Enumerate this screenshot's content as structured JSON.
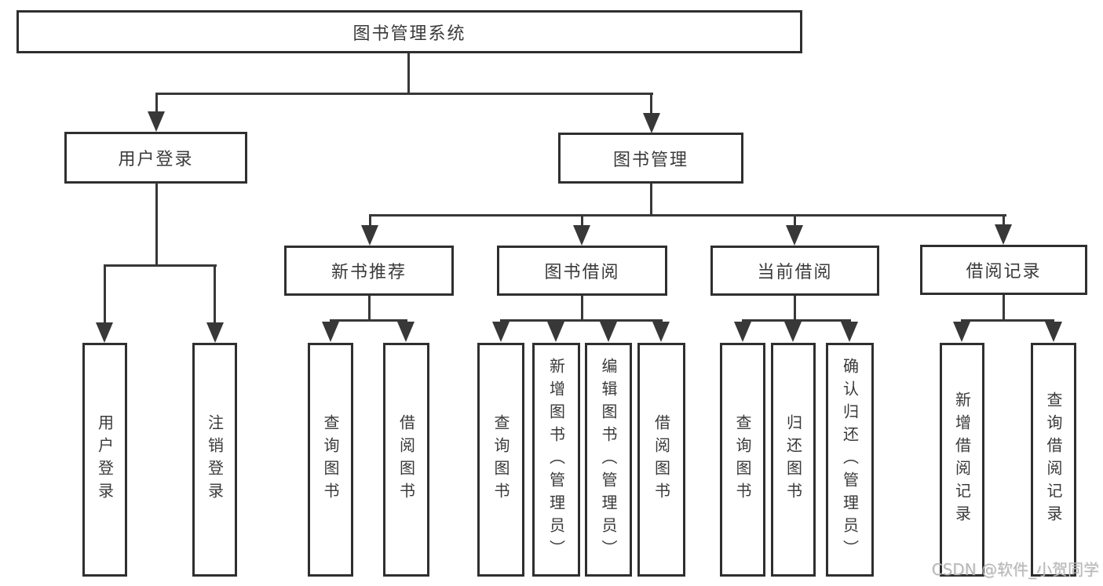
{
  "diagram": {
    "type": "org-chart",
    "line_color": "#383838",
    "border_color": "#2f2f2f",
    "text_color": "#3a3a3a",
    "tree": {
      "root": "图书管理系统",
      "branches": [
        {
          "label": "用户登录",
          "children": [
            {
              "label": "用户登录"
            },
            {
              "label": "注销登录"
            }
          ]
        },
        {
          "label": "图书管理",
          "children": [
            {
              "label": "新书推荐",
              "children": [
                {
                  "label": "查询图书"
                },
                {
                  "label": "借阅图书"
                }
              ]
            },
            {
              "label": "图书借阅",
              "children": [
                {
                  "label": "查询图书"
                },
                {
                  "label": "新增图书（管理员）"
                },
                {
                  "label": "编辑图书（管理员）"
                },
                {
                  "label": "借阅图书"
                }
              ]
            },
            {
              "label": "当前借阅",
              "children": [
                {
                  "label": "查询图书"
                },
                {
                  "label": "归还图书"
                },
                {
                  "label": "确认归还（管理员）"
                }
              ]
            },
            {
              "label": "借阅记录",
              "children": [
                {
                  "label": "新增借阅记录"
                },
                {
                  "label": "查询借阅记录"
                }
              ]
            }
          ]
        }
      ]
    }
  },
  "watermark": {
    "text": "CSDN @软件_小贺同学",
    "color": "#b8b8b8"
  }
}
